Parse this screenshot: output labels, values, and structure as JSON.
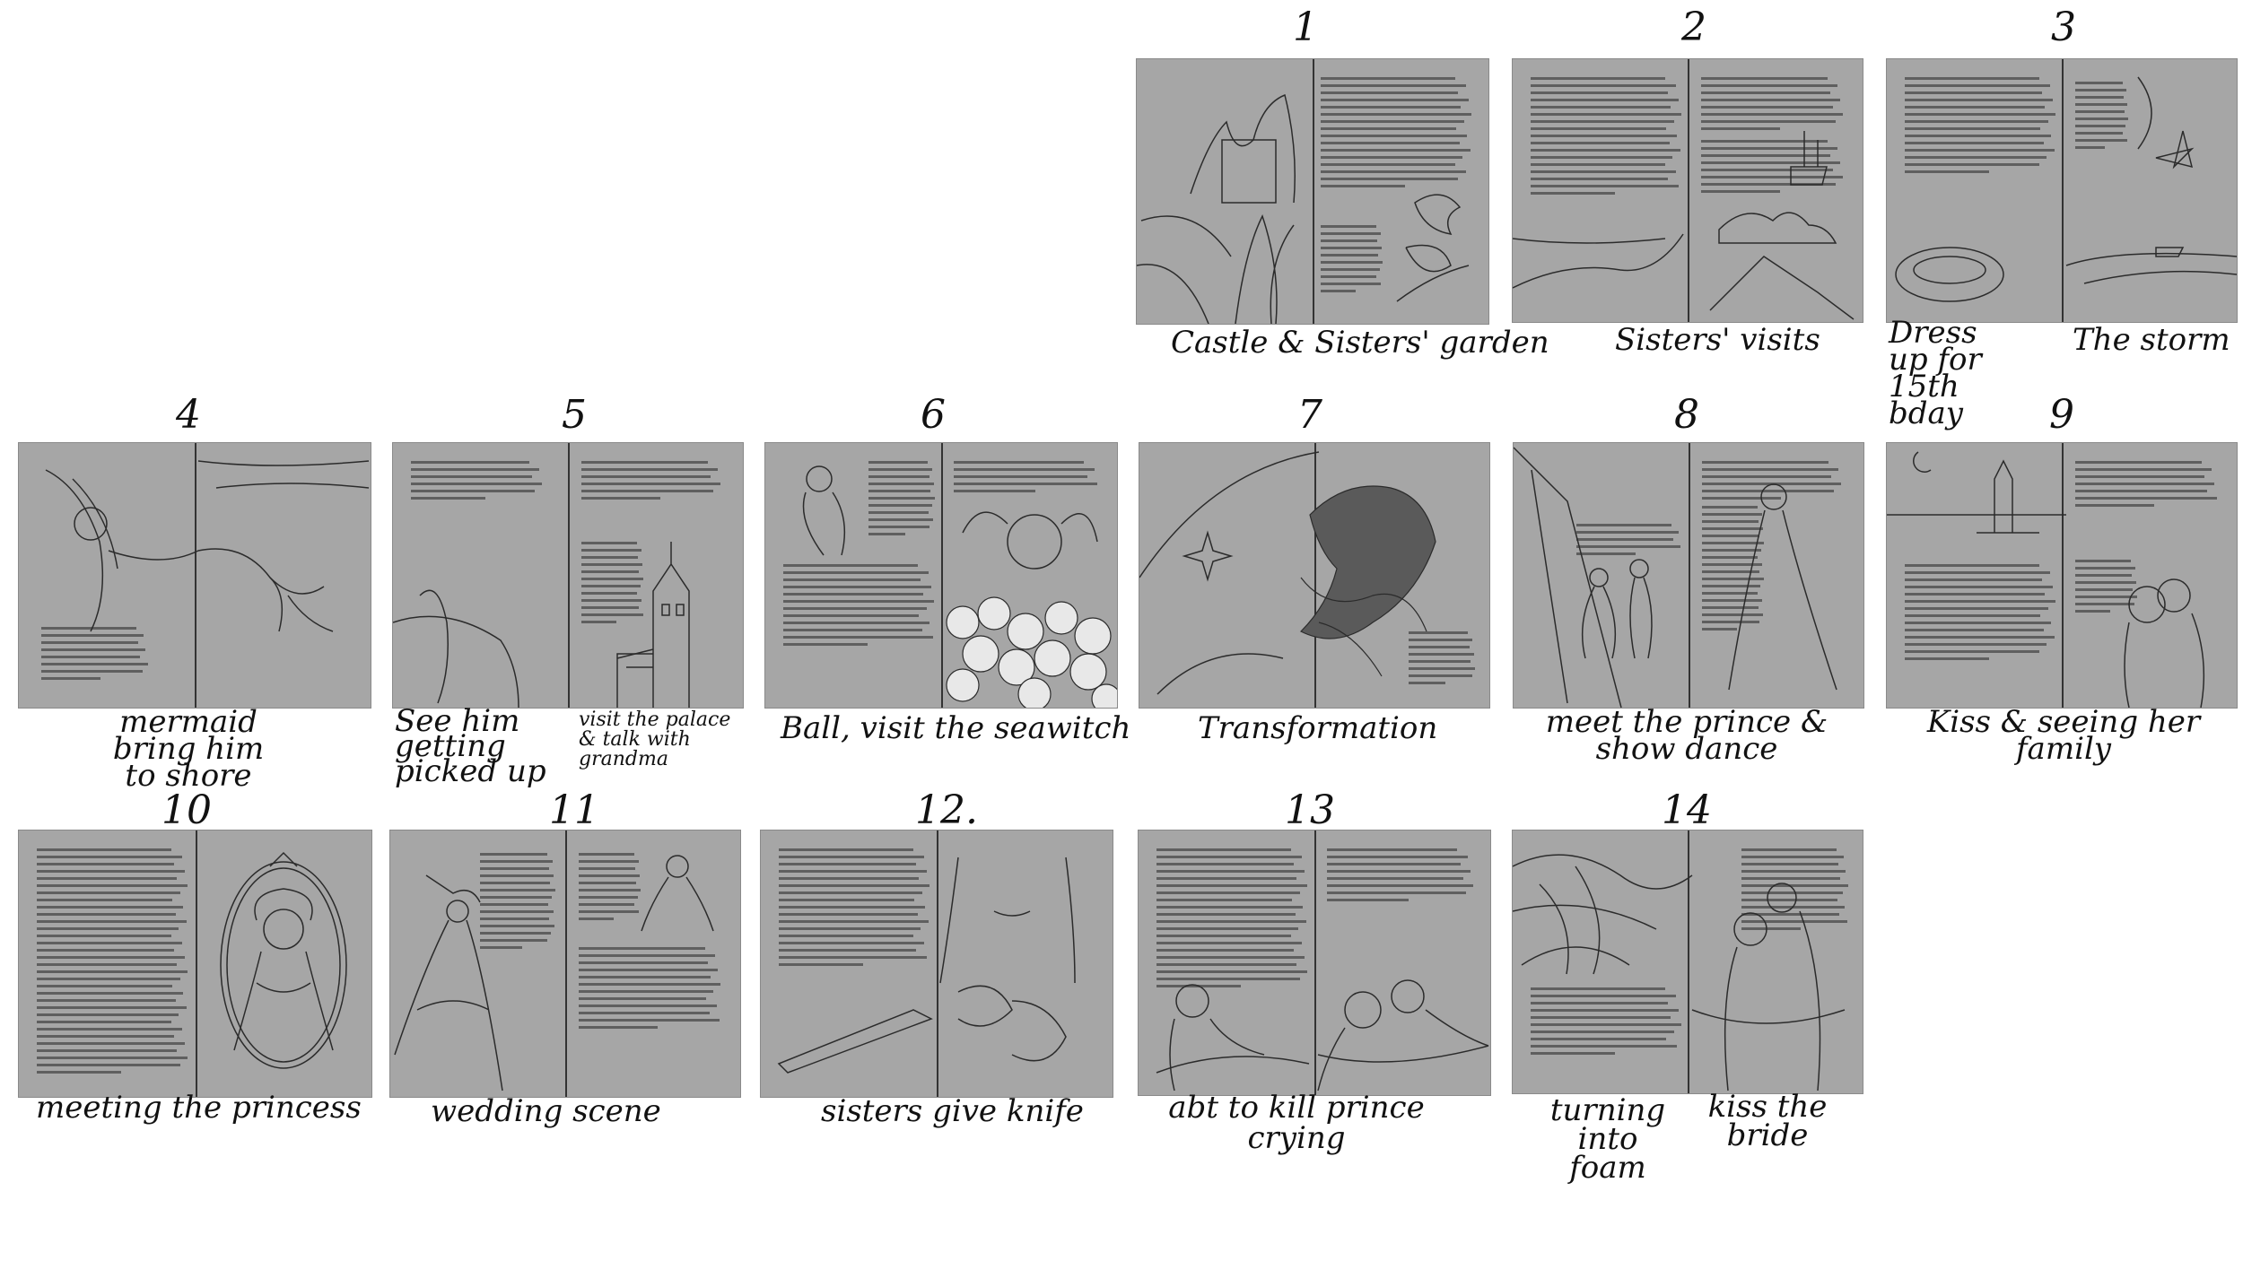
{
  "spreads": [
    {
      "number": "1",
      "captions": [
        "Castle & Sisters' garden"
      ]
    },
    {
      "number": "2",
      "captions": [
        "Sisters' visits"
      ]
    },
    {
      "number": "3",
      "captions": [
        "Dress up for 15th bday",
        "The storm"
      ]
    },
    {
      "number": "4",
      "captions": [
        "mermaid bring him to shore"
      ]
    },
    {
      "number": "5",
      "captions": [
        "See him getting picked up",
        "visit the palace & talk with grandma"
      ]
    },
    {
      "number": "6",
      "captions": [
        "Ball, visit the seawitch"
      ]
    },
    {
      "number": "7",
      "captions": [
        "Transformation"
      ]
    },
    {
      "number": "8",
      "captions": [
        "meet the prince & show dance"
      ]
    },
    {
      "number": "9",
      "captions": [
        "Kiss & seeing her family"
      ]
    },
    {
      "number": "10",
      "captions": [
        "meeting the princess"
      ]
    },
    {
      "number": "11",
      "captions": [
        "wedding scene"
      ]
    },
    {
      "number": "12.",
      "captions": [
        "sisters give knife"
      ]
    },
    {
      "number": "13",
      "captions": [
        "abt to kill prince crying"
      ]
    },
    {
      "number": "14",
      "captions": [
        "turning into foam",
        "kiss the bride"
      ]
    }
  ]
}
